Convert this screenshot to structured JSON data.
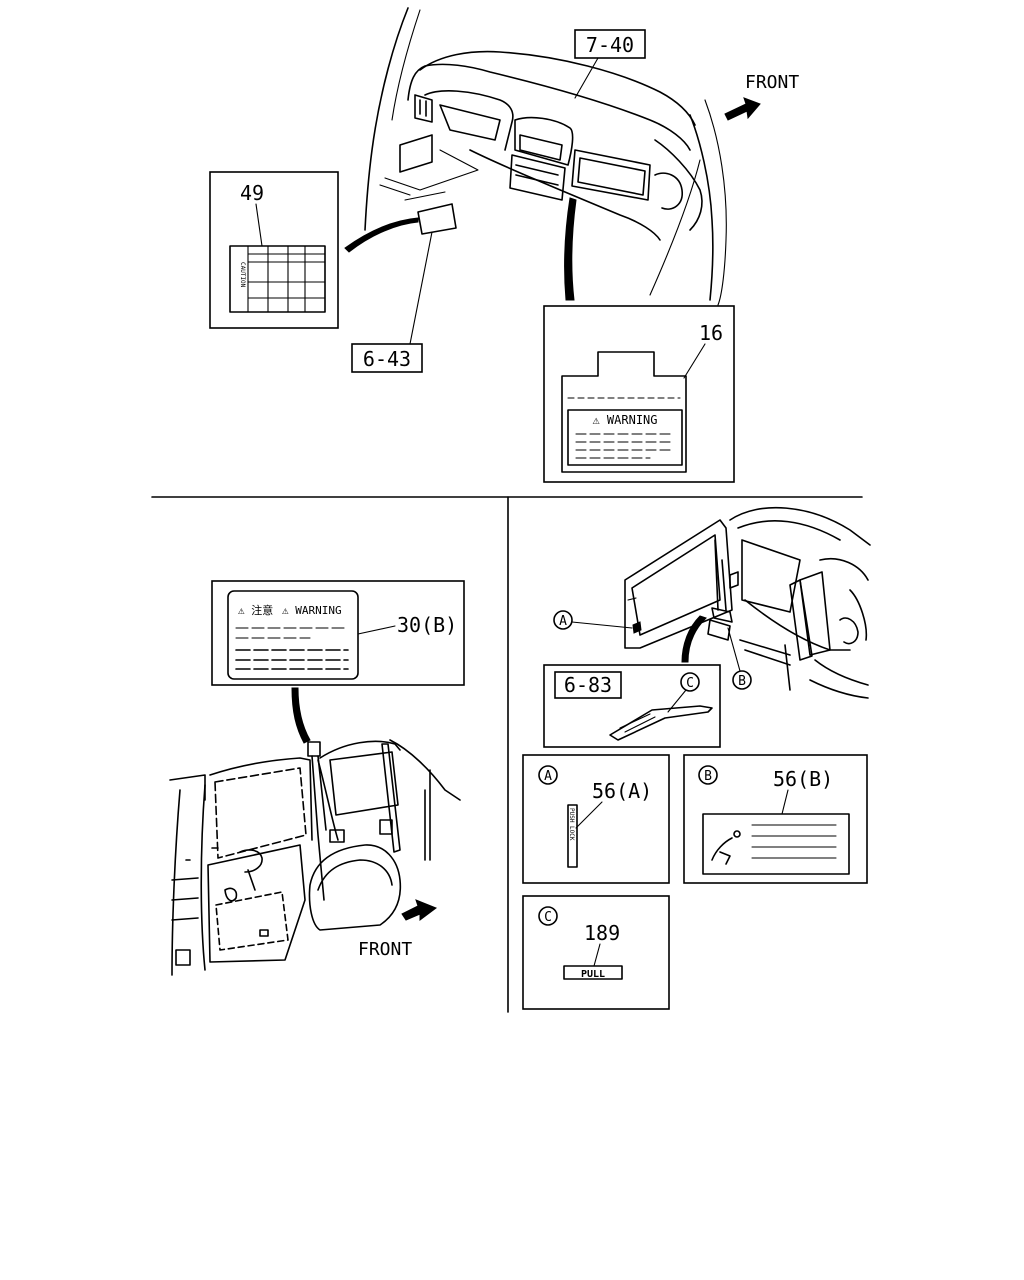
{
  "callouts": {
    "dash_ref": "7-40",
    "dash_label_ref": "6-43",
    "caution_label_part": "49",
    "glovebox_label_part": "16",
    "glovebox_label_text": "⚠ WARNING",
    "belt_label_part": "30(B)",
    "belt_label_text_1": "⚠ 注意",
    "belt_label_text_2": "⚠ WARNING",
    "front_top": "FRONT",
    "front_bottom": "FRONT",
    "rear_ref": "6-83",
    "marker_a": "A",
    "marker_b": "B",
    "marker_c": "C",
    "part_56a": "56(A)",
    "part_56b": "56(B)",
    "part_189": "189",
    "pull_text": "PULL",
    "caution_vertical": "CAUTION",
    "lock_vertical": "PUSH LOCK"
  },
  "colors": {
    "line": "#000000",
    "background": "#ffffff"
  }
}
